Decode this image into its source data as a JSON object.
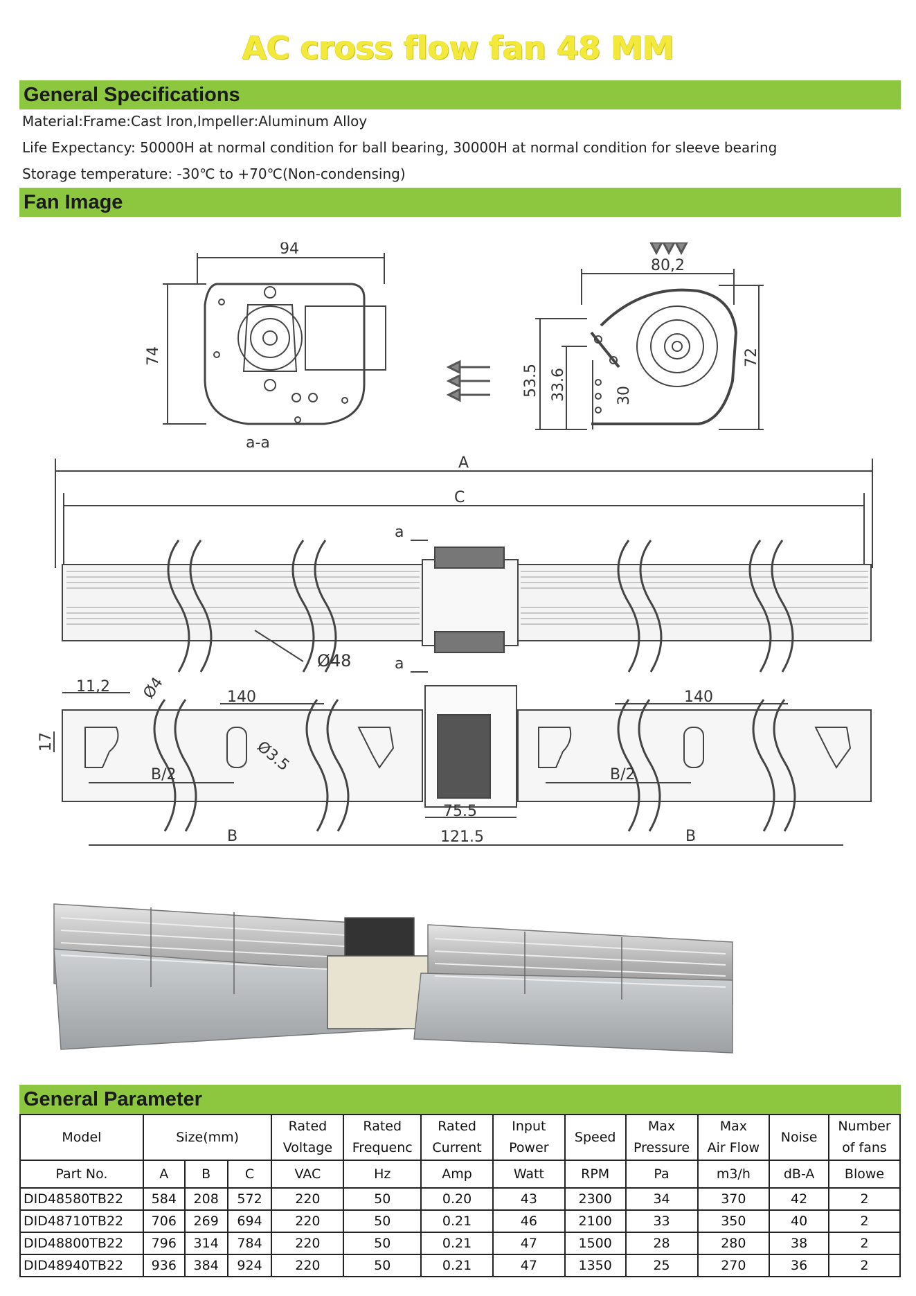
{
  "title": "AC cross flow fan 48 MM",
  "general_spec": {
    "heading": "General Specifications",
    "lines": [
      "Material:Frame:Cast Iron,Impeller:Aluminum Alloy",
      "Life Expectancy:  50000H at normal condition for ball bearing, 30000H at normal condition for sleeve bearing",
      "Storage temperature:  -30℃ to +70℃(Non-condensing)"
    ]
  },
  "fan_image": {
    "heading": "Fan Image",
    "dims": {
      "w94": "94",
      "h74": "74",
      "w802": "80,2",
      "h72": "72",
      "d535": "53.5",
      "d336": "33.6",
      "d30": "30",
      "section": "a-a",
      "A": "A",
      "C": "C",
      "a": "a",
      "phi48": "Ø48",
      "d112": "11,2",
      "phi4": "Ø4",
      "d140": "140",
      "phi35": "Ø3.5",
      "d17": "17",
      "b2": "B/2",
      "d755": "75.5",
      "d1215": "121.5",
      "B": "B"
    }
  },
  "general_parameter": {
    "heading": "General Parameter",
    "headers": {
      "model": "Model",
      "size": "Size(mm)",
      "rated_voltage": [
        "Rated",
        "Voltage"
      ],
      "rated_freq": [
        "Rated",
        "Frequenc"
      ],
      "rated_current": [
        "Rated",
        "Current"
      ],
      "input_power": [
        "Input",
        "Power"
      ],
      "speed": "Speed",
      "max_pressure": [
        "Max",
        "Pressure"
      ],
      "max_airflow": [
        "Max",
        "Air Flow"
      ],
      "noise": "Noise",
      "num_fans": [
        "Number",
        "of fans"
      ]
    },
    "units": [
      "Part No.",
      "A",
      "B",
      "C",
      "VAC",
      "Hz",
      "Amp",
      "Watt",
      "RPM",
      "Pa",
      "m3/h",
      "dB-A",
      "Blowe"
    ],
    "rows": [
      [
        "DID48580TB22",
        "584",
        "208",
        "572",
        "220",
        "50",
        "0.20",
        "43",
        "2300",
        "34",
        "370",
        "42",
        "2"
      ],
      [
        "DID48710TB22",
        "706",
        "269",
        "694",
        "220",
        "50",
        "0.21",
        "46",
        "2100",
        "33",
        "350",
        "40",
        "2"
      ],
      [
        "DID48800TB22",
        "796",
        "314",
        "784",
        "220",
        "50",
        "0.21",
        "47",
        "1500",
        "28",
        "280",
        "38",
        "2"
      ],
      [
        "DID48940TB22",
        "936",
        "384",
        "924",
        "220",
        "50",
        "0.21",
        "47",
        "1350",
        "25",
        "270",
        "36",
        "2"
      ]
    ]
  }
}
